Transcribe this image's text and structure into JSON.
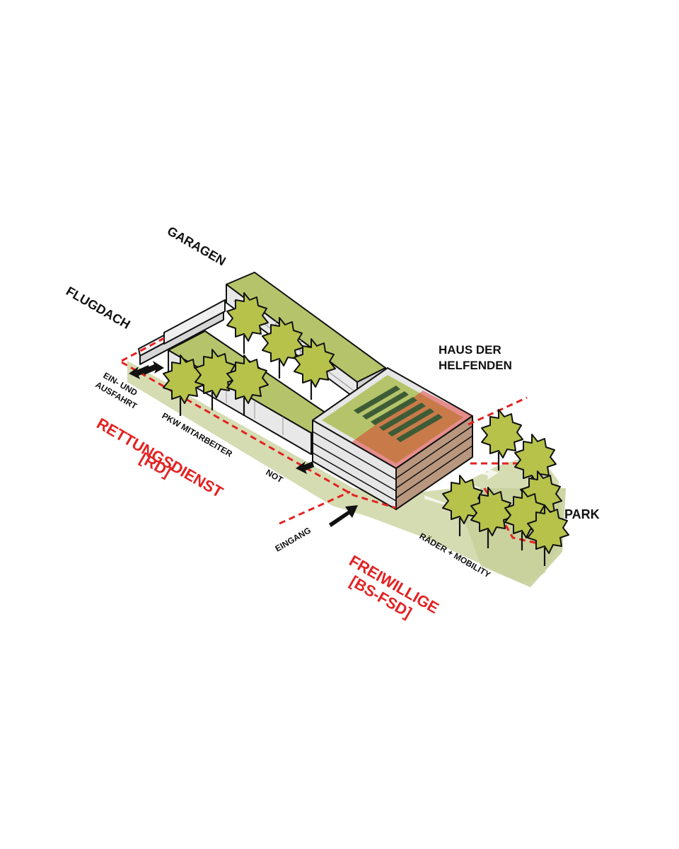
{
  "labels": {
    "garagen": "GARAGEN",
    "flugdach": "FLUGDACH",
    "haus_line1": "HAUS DER",
    "haus_line2": "HELFENDEN",
    "ein_line1": "EIN- UND",
    "ein_line2": "AUSFAHRT",
    "pkw": "PKW MITARBEITER",
    "rettung_line1": "RETTUNGSDIENST",
    "rettung_line2": "[RD]",
    "not": "NOT",
    "eingang": "EINGANG",
    "park": "PARK",
    "raeder": "RÄDER + MOBILITY",
    "freiwillige_line1": "FREIWILLIGE",
    "freiwillige_line2": "[BS-FSD]"
  },
  "colors": {
    "roof_green": "#b5c46a",
    "ground_green": "#cfd6a4",
    "tree_green": "#b6c24a",
    "emergency_red": "#e32222",
    "solar_panel": "#3d5c35",
    "wall_grey": "#e2e2e2",
    "floor_brown": "#b9977f"
  },
  "icons": {
    "arrow": "arrow-icon",
    "tree": "tree-icon",
    "solar": "solar-panel-icon"
  }
}
